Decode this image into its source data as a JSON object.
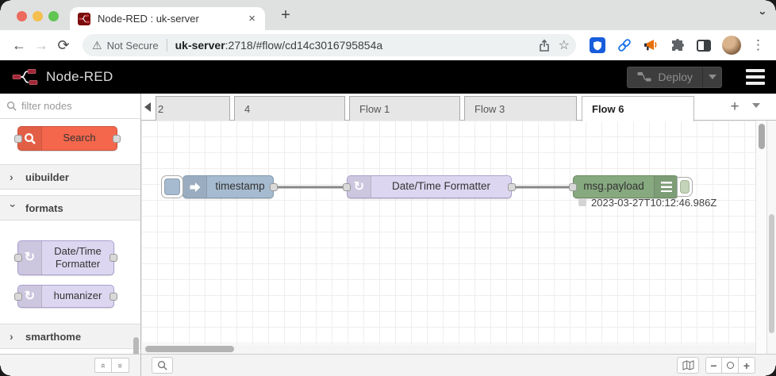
{
  "colors": {
    "inject": "#a6bbcf",
    "formatter": "#ddd6f0",
    "debug": "#87a980",
    "search-node": "#f4674c",
    "port": "#d9d9d9",
    "wire": "#888888",
    "bitwarden": "#175ddc",
    "link-icon": "#1a73e8",
    "megaphone": "#e8710a",
    "mac-red": "#ed6a5e",
    "mac-yellow": "#f5bf4f",
    "mac-green": "#61c554"
  },
  "browser": {
    "tab": {
      "title": "Node-RED : uk-server",
      "close": "×"
    },
    "new_tab": "+",
    "address": {
      "warning_icon": "⚠",
      "warning_label": "Not Secure",
      "host": "uk-server",
      "path": ":2718/#flow/cd14c3016795854a"
    },
    "nav": {
      "back": "←",
      "forward": "→",
      "reload": "⟳"
    },
    "star": "☆",
    "menu_dots": "⋮"
  },
  "app": {
    "title": "Node-RED",
    "deploy_label": "Deploy"
  },
  "palette": {
    "filter_placeholder": "filter nodes",
    "search_node": "Search",
    "category_uibuilder": "uibuilder",
    "category_formats": "formats",
    "category_smarthome": "smarthome",
    "node_datetime": "Date/Time Formatter",
    "node_humanizer": "humanizer",
    "chevron_collapsed": "›",
    "chevron_expanded": "›",
    "collapse_all": "»",
    "expand_all": "»"
  },
  "workspace": {
    "tabs": [
      {
        "label": "2"
      },
      {
        "label": "4"
      },
      {
        "label": "Flow 1"
      },
      {
        "label": "Flow 3"
      },
      {
        "label": "Flow 6"
      }
    ],
    "add_tab": "+"
  },
  "flow": {
    "inject_label": "timestamp",
    "formatter_label": "Date/Time Formatter",
    "formatter_icon_glyph": "↻",
    "debug_label": "msg.payload",
    "debug_status": "2023-03-27T10:12:46.986Z"
  },
  "footer": {
    "zoom_out": "−",
    "zoom_in": "+"
  }
}
